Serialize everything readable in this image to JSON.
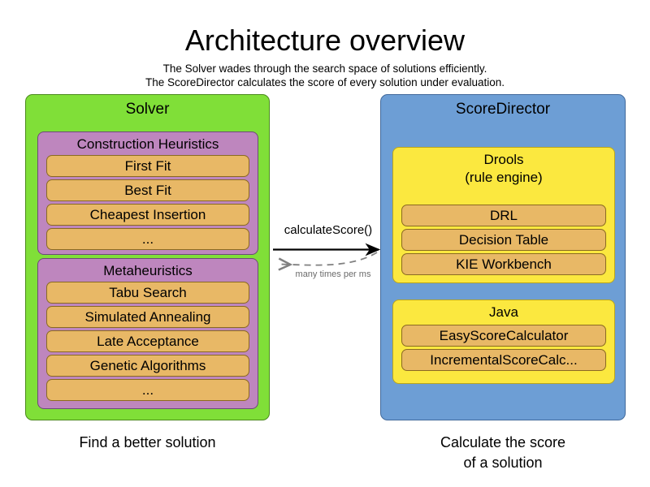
{
  "header": {
    "title": "Architecture overview",
    "subtitle_line1": "The Solver wades through the search space of solutions efficiently.",
    "subtitle_line2": "The ScoreDirector calculates the score of every solution under evaluation."
  },
  "colors": {
    "solver_panel": "#80df38",
    "scoredirector_panel": "#6d9ed5",
    "group_purple": "#be86be",
    "group_yellow": "#fbe83f",
    "item_orange": "#e8b866",
    "arrow_solid": "#000000",
    "arrow_dashed": "#808080",
    "background": "#ffffff"
  },
  "solver": {
    "title": "Solver",
    "caption": "Find a better solution",
    "groups": [
      {
        "title": "Construction Heuristics",
        "items": [
          "First Fit",
          "Best Fit",
          "Cheapest Insertion",
          "..."
        ]
      },
      {
        "title": "Metaheuristics",
        "items": [
          "Tabu Search",
          "Simulated Annealing",
          "Late Acceptance",
          "Genetic Algorithms",
          "..."
        ]
      }
    ]
  },
  "score_director": {
    "title": "ScoreDirector",
    "caption_line1": "Calculate the score",
    "caption_line2": "of a solution",
    "groups": [
      {
        "title_line1": "Drools",
        "title_line2": "(rule engine)",
        "items": [
          "DRL",
          "Decision Table",
          "KIE Workbench"
        ]
      },
      {
        "title_line1": "Java",
        "title_line2": "",
        "items": [
          "EasyScoreCalculator",
          "IncrementalScoreCalc..."
        ]
      }
    ]
  },
  "arrows": {
    "forward_label": "calculateScore()",
    "return_label": "many times per ms"
  }
}
